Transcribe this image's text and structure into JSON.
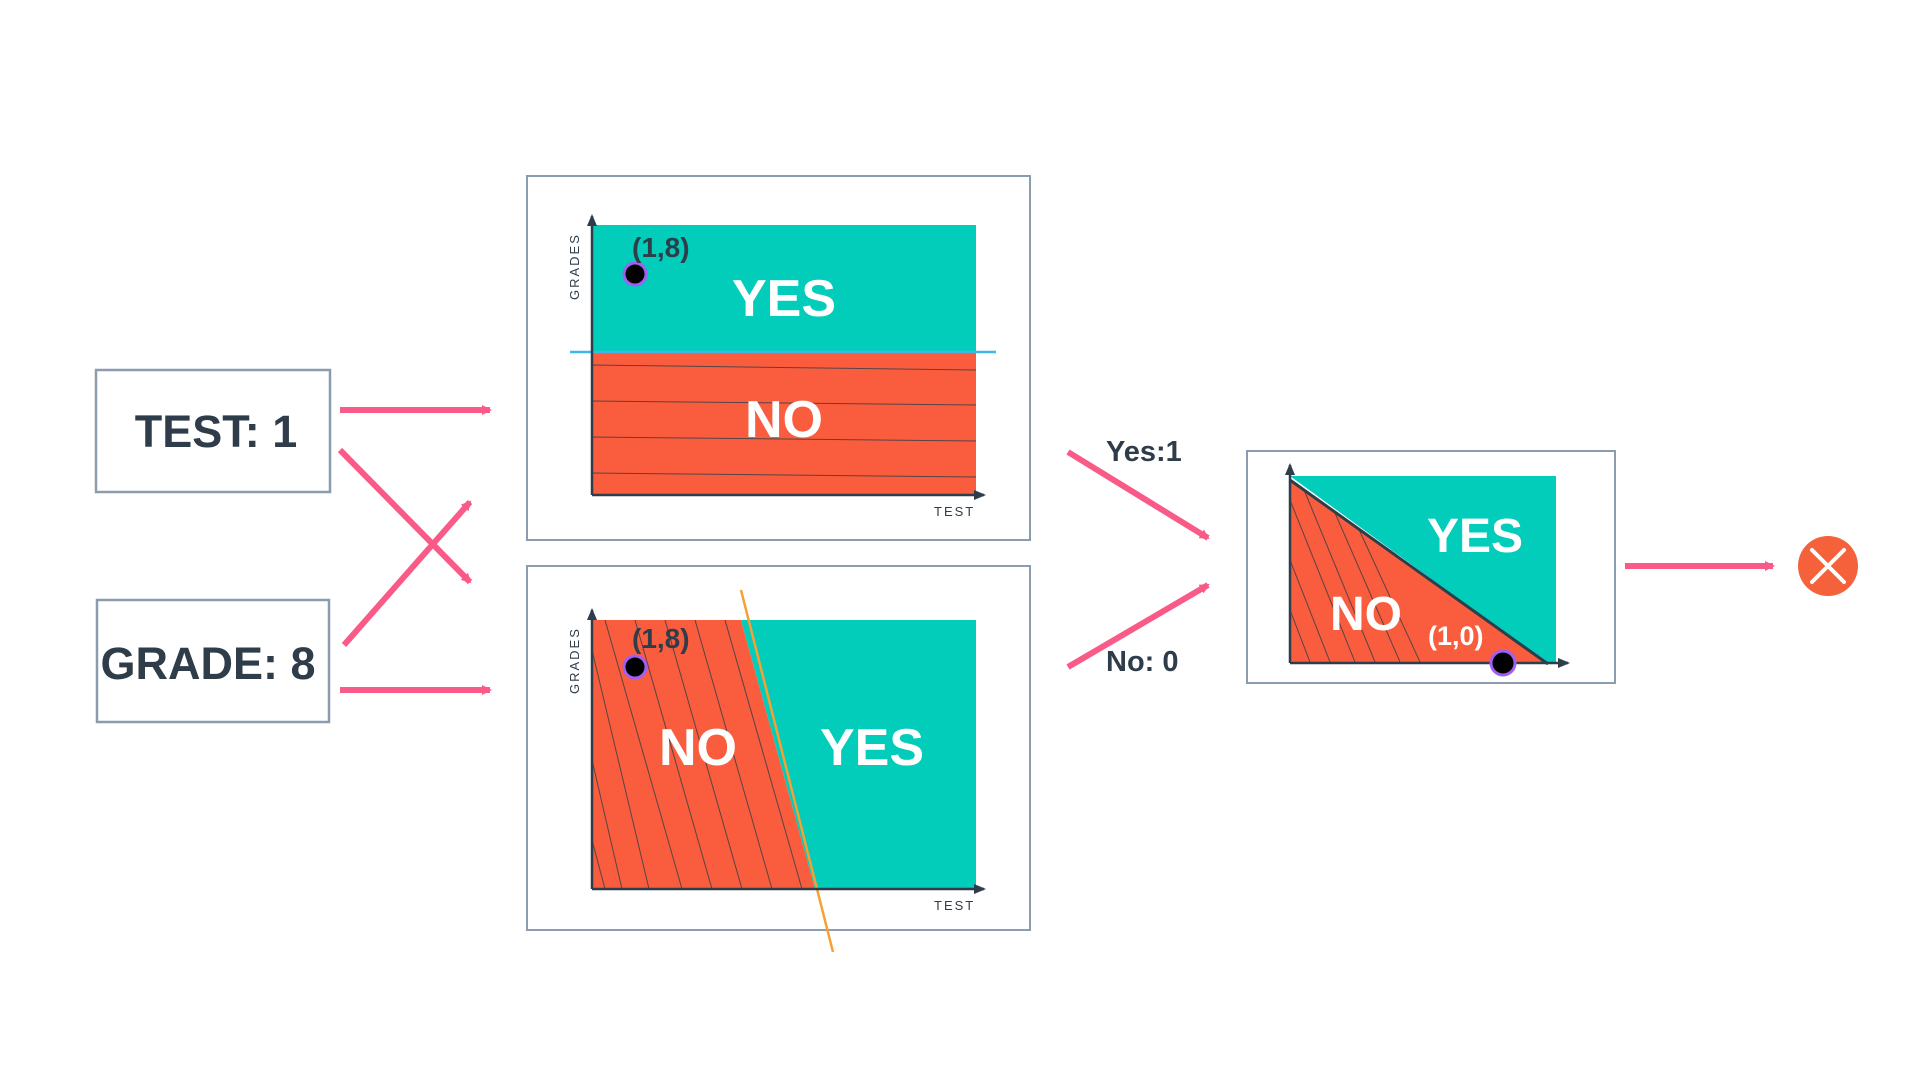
{
  "inputs": {
    "test_label": "TEST: 1",
    "grade_label": "GRADE: 8"
  },
  "top_plot": {
    "yes_label": "YES",
    "no_label": "NO",
    "point_label": "(1,8)",
    "x_axis_label": "TEST",
    "y_axis_label": "GRADES"
  },
  "bottom_plot": {
    "yes_label": "YES",
    "no_label": "NO",
    "point_label": "(1,8)",
    "x_axis_label": "TEST",
    "y_axis_label": "GRADES"
  },
  "edges": {
    "yes_edge_label": "Yes:1",
    "no_edge_label": "No: 0"
  },
  "output_plot": {
    "yes_label": "YES",
    "no_label": "NO",
    "point_label": "(1,0)"
  },
  "colors": {
    "yes_region": "#02ccba",
    "no_region": "#fa5d3d",
    "arrow": "#f95a87",
    "box_border": "#8a9cad",
    "text_dark": "#2e3d49",
    "boundary_blue": "#3db8e6",
    "boundary_orange": "#f7a033",
    "point_outline": "#a15ef2",
    "reject_circle": "#f4613a"
  },
  "icons": {
    "result_icon": "reject-x-icon"
  }
}
